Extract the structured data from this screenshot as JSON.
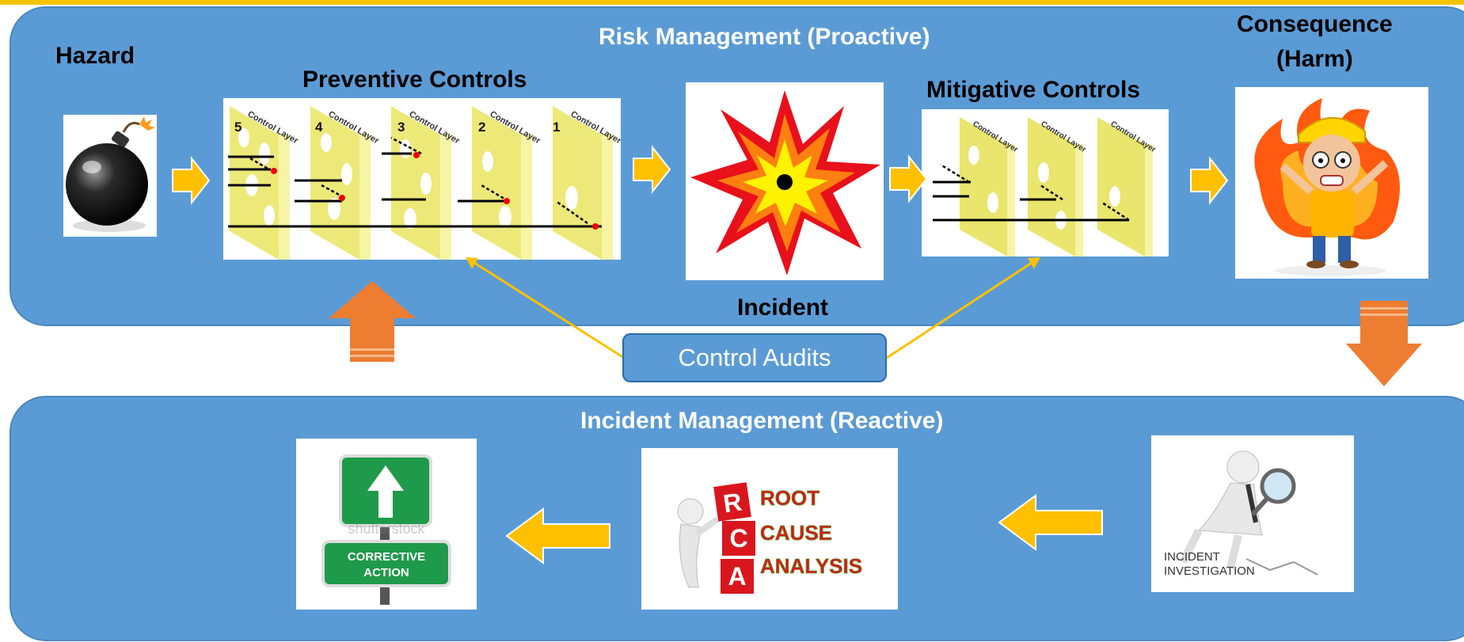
{
  "diagram": {
    "risk_title": "Risk Management (Proactive)",
    "hazard_label": "Hazard",
    "preventive_label": "Preventive Controls",
    "mitigative_label": "Mitigative Controls",
    "consequence_line1": "Consequence",
    "consequence_line2": "(Harm)",
    "incident_label": "Incident",
    "audit_label": "Control Audits",
    "reactive_title": "Incident Management (Reactive)",
    "control_layer_text": "Control Layer",
    "preventive_layer_numbers": [
      "5",
      "4",
      "3",
      "2",
      "1"
    ],
    "rca_letters": [
      "R",
      "C",
      "A"
    ],
    "rca_words": [
      "ROOT",
      "CAUSE",
      "ANALYSIS"
    ],
    "corrective_line1": "CORRECTIVE",
    "corrective_line2": "ACTION",
    "investigation_line1": "INCIDENT",
    "investigation_line2": "INVESTIGATION",
    "watermark": "shutterstock"
  },
  "colors": {
    "band_blue": "#5b9bd5",
    "flow_arrow_yellow": "#ffc000",
    "feedback_arrow_orange": "#ed7d31",
    "control_layer_yellow": "#e9e56d",
    "audit_line": "#ffc000"
  }
}
